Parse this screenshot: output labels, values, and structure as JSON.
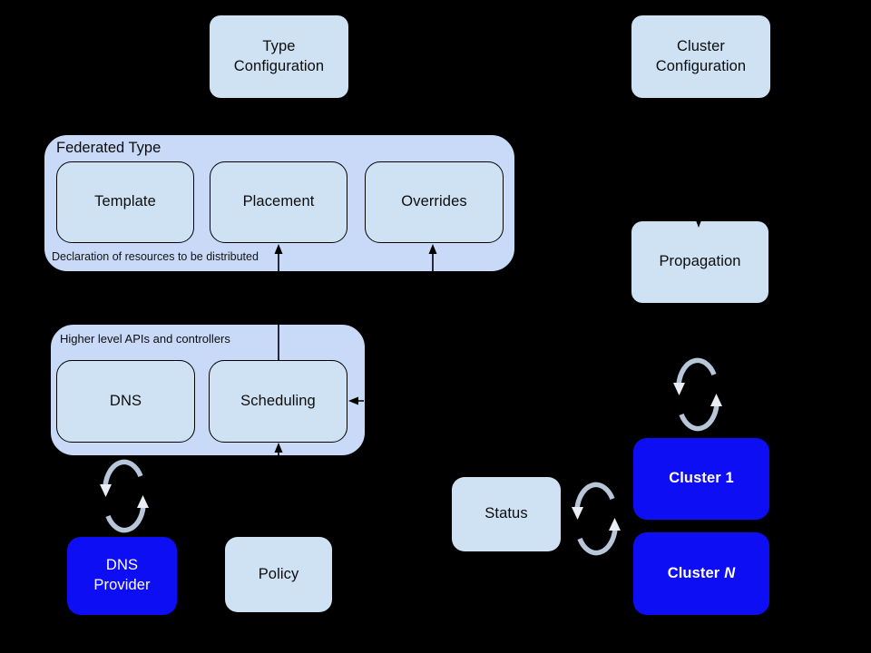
{
  "colors": {
    "background": "#000000",
    "light_box": "#cfe2f3",
    "container_box": "#c9daf8",
    "blue_box": "#0e0ef4",
    "border": "#000000",
    "text": "#0d0d0d",
    "text_on_blue": "#ffffff",
    "sync_arc": "#b7c6d9",
    "sync_arrowhead": "#e9eef5"
  },
  "nodes": {
    "type_configuration": {
      "label": "Type\nConfiguration"
    },
    "cluster_configuration": {
      "label": "Cluster\nConfiguration"
    },
    "federated_type": {
      "label": "Federated Type",
      "caption": "Declaration of resources to be distributed",
      "children": {
        "template": "Template",
        "placement": "Placement",
        "overrides": "Overrides"
      }
    },
    "higher_level": {
      "label": "Higher level APIs and controllers",
      "children": {
        "dns": "DNS",
        "scheduling": "Scheduling"
      }
    },
    "propagation": {
      "label": "Propagation"
    },
    "status": {
      "label": "Status"
    },
    "dns_provider": {
      "label": "DNS\nProvider"
    },
    "policy": {
      "label": "Policy"
    },
    "cluster_1": {
      "label": "Cluster 1"
    },
    "cluster_n": {
      "prefix": "Cluster",
      "suffix": "N"
    }
  },
  "icons": {
    "sync": "circular-sync-arrows"
  }
}
